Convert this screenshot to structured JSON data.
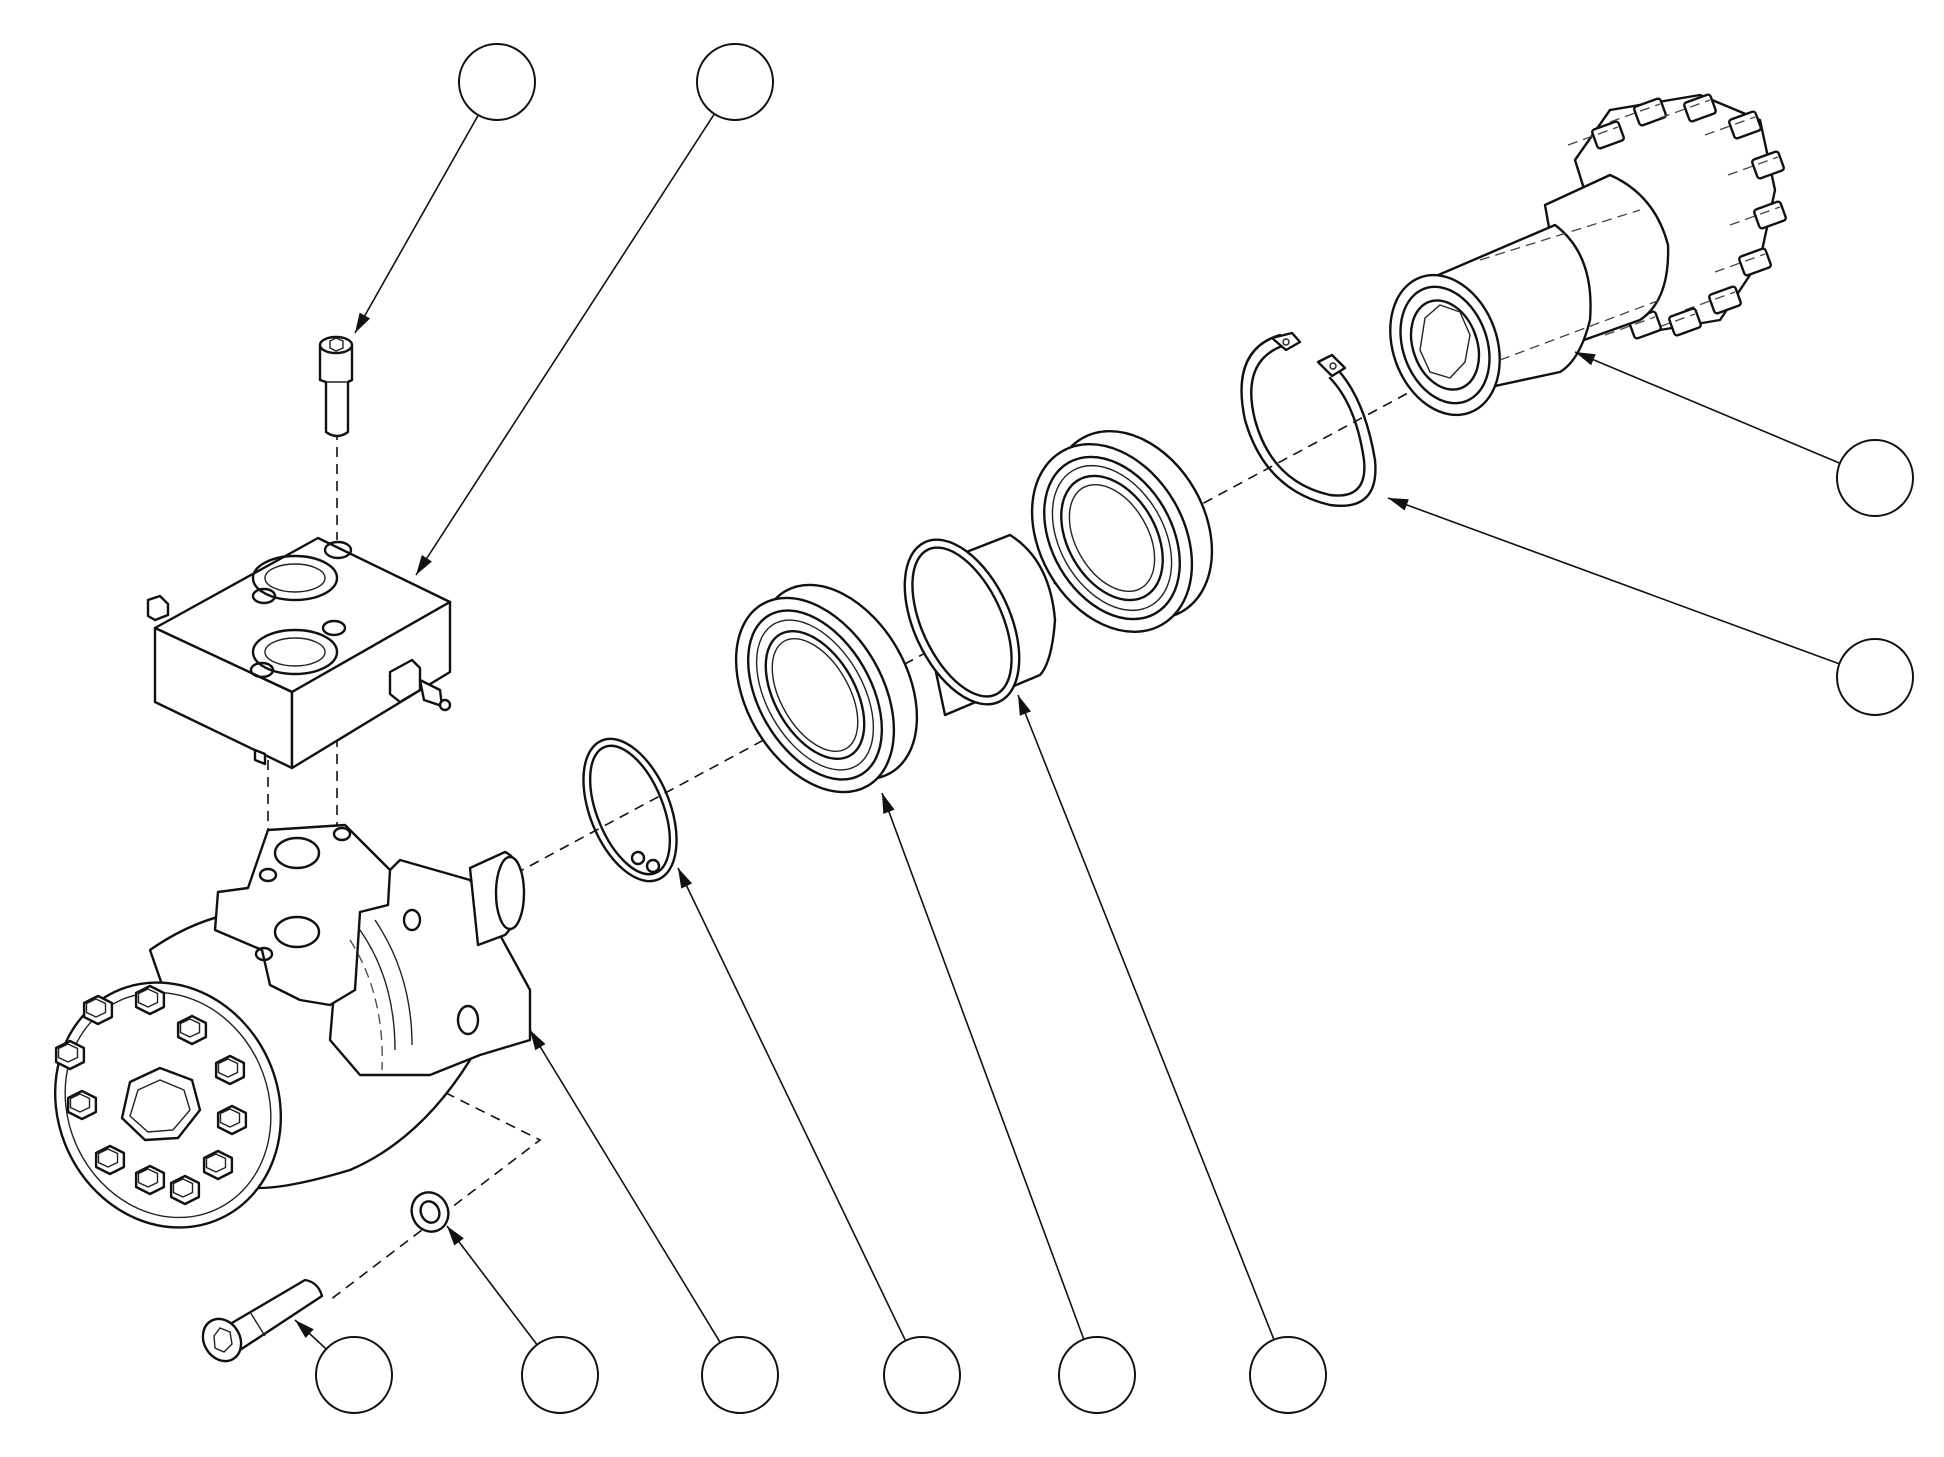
{
  "balloons": [
    {
      "id": "b-screw-top",
      "label": ""
    },
    {
      "id": "b-valve-block",
      "label": ""
    },
    {
      "id": "b-pinion",
      "label": ""
    },
    {
      "id": "b-internal-ring",
      "label": ""
    },
    {
      "id": "b-screw-bottom",
      "label": ""
    },
    {
      "id": "b-washer",
      "label": ""
    },
    {
      "id": "b-motor",
      "label": ""
    },
    {
      "id": "b-external-ring",
      "label": ""
    },
    {
      "id": "b-bearing-front",
      "label": ""
    },
    {
      "id": "b-spacer",
      "label": ""
    },
    {
      "id": "b-bearing-rear",
      "label": ""
    }
  ],
  "parts": [
    {
      "name": "socket-head-cap-screw-top"
    },
    {
      "name": "valve-block"
    },
    {
      "name": "hydraulic-motor"
    },
    {
      "name": "external-retaining-ring"
    },
    {
      "name": "ball-bearing-front"
    },
    {
      "name": "spacer-sleeve"
    },
    {
      "name": "ball-bearing-rear"
    },
    {
      "name": "internal-retaining-ring"
    },
    {
      "name": "pinion-gear-shaft"
    },
    {
      "name": "washer"
    },
    {
      "name": "socket-head-cap-screw-bottom"
    }
  ]
}
